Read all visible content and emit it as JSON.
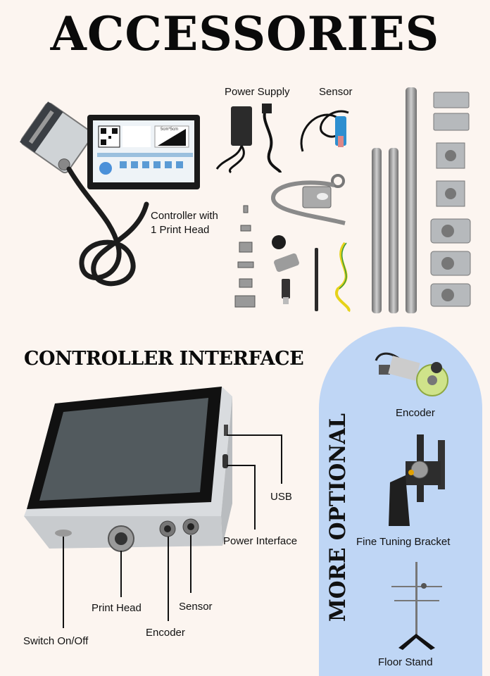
{
  "title": "ACCESSORIES",
  "accessory_labels": {
    "power_supply": "Power Supply",
    "sensor": "Sensor",
    "controller_line1": "Controller with",
    "controller_line2": "1 Print Head"
  },
  "controller_screen": {
    "size_text": "5cm*5cm"
  },
  "interface": {
    "title": "CONTROLLER INTERFACE",
    "usb": "USB",
    "power_interface": "Power Interface",
    "sensor": "Sensor",
    "print_head": "Print Head",
    "encoder": "Encoder",
    "switch": "Switch On/Off"
  },
  "optional": {
    "title": "MORE OPTIONAL",
    "encoder": "Encoder",
    "fine_tuning_bracket": "Fine Tuning Bracket",
    "floor_stand": "Floor Stand"
  },
  "colors": {
    "background": "#fcf5f0",
    "optional_panel": "#bfd6f5"
  }
}
